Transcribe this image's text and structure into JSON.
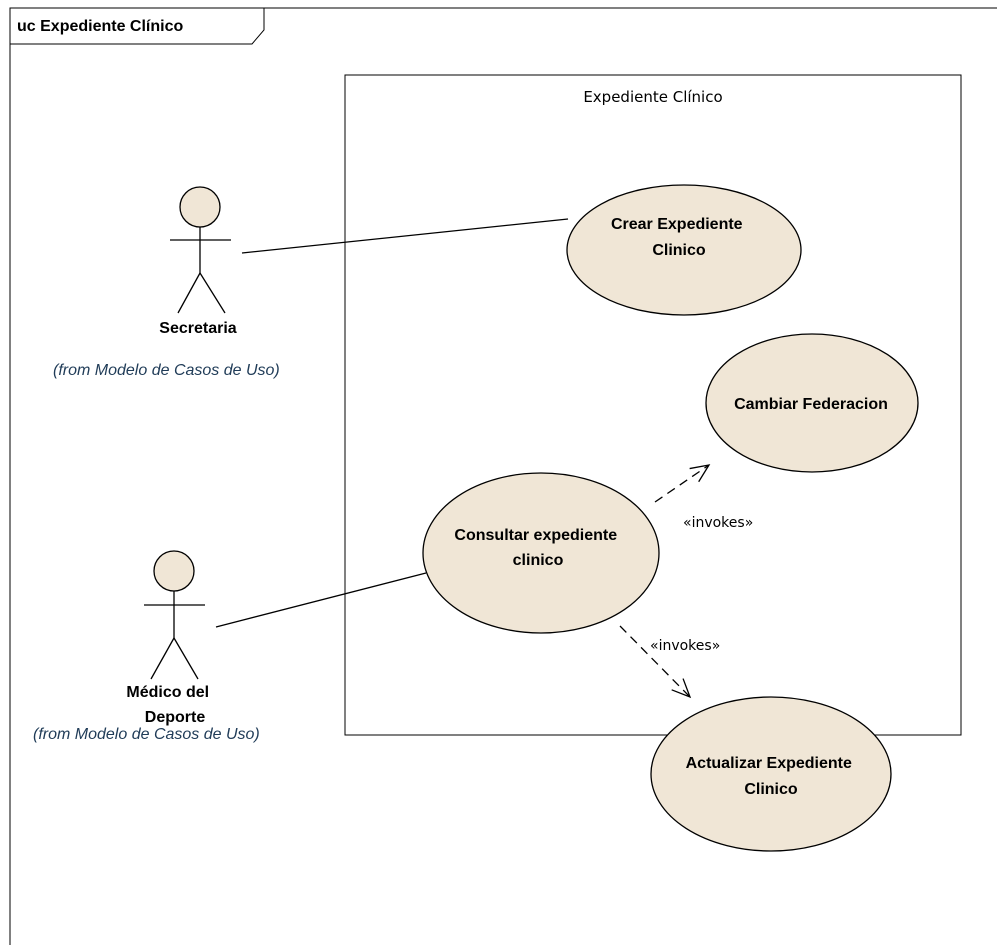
{
  "frame": {
    "title": "uc Expediente Clínico"
  },
  "system_boundary": {
    "title": "Expediente Clínico"
  },
  "colors": {
    "use_case_fill": "#f0e6d6",
    "actor_fill": "#f0e6d6",
    "stroke": "#000000",
    "from_text": "#1f3b57"
  },
  "actors": [
    {
      "id": "secretaria",
      "name_lines": [
        "Secretaria"
      ],
      "from": "(from Modelo de Casos de Uso)"
    },
    {
      "id": "medico",
      "name_lines": [
        "Médico del",
        "Deporte"
      ],
      "from": "(from Modelo de Casos de Uso)"
    }
  ],
  "use_cases": [
    {
      "id": "crear",
      "label_lines": [
        "Crear Expediente",
        "Clinico"
      ]
    },
    {
      "id": "cambiar",
      "label_lines": [
        "Cambiar Federacion"
      ]
    },
    {
      "id": "consultar",
      "label_lines": [
        "Consultar expediente",
        "clinico"
      ]
    },
    {
      "id": "actualizar",
      "label_lines": [
        "Actualizar Expediente",
        "Clinico"
      ]
    }
  ],
  "relationships": [
    {
      "type": "association",
      "from": "secretaria",
      "to": "crear"
    },
    {
      "type": "association",
      "from": "medico",
      "to": "consultar"
    },
    {
      "type": "dependency",
      "from": "consultar",
      "to": "cambiar",
      "stereotype": "«invokes»"
    },
    {
      "type": "dependency",
      "from": "consultar",
      "to": "actualizar",
      "stereotype": "«invokes»"
    }
  ]
}
